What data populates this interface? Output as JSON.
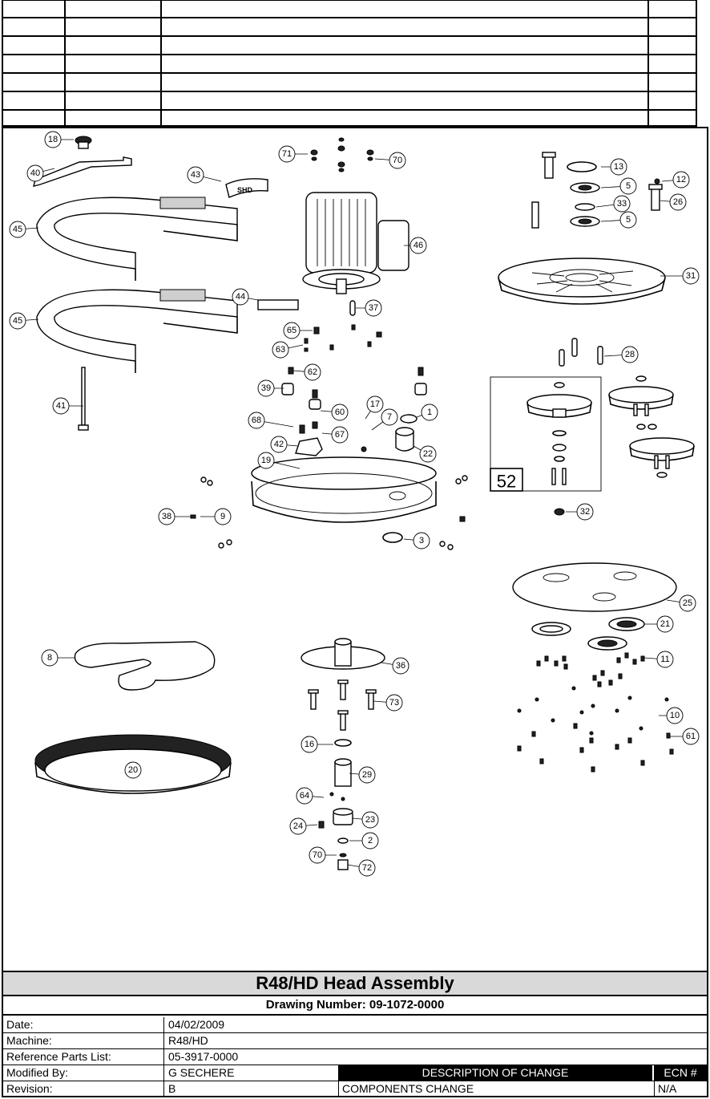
{
  "title_block": {
    "title": "R48/HD Head Assembly",
    "drawing_number": "Drawing Number: 09-1072-0000",
    "date_label": "Date:",
    "date_value": "04/02/2009",
    "machine_label": "Machine:",
    "machine_value": "R48/HD",
    "ref_label": "Reference Parts List:",
    "ref_value": "05-3917-0000",
    "modified_label": "Modified By:",
    "modified_value": "G SECHERE",
    "desc_header": "DESCRIPTION OF CHANGE",
    "ecn_header": "ECN #",
    "revision_label": "Revision:",
    "revision_value": "B",
    "change_desc": "COMPONENTS CHANGE",
    "ecn_value": "N/A"
  },
  "inset_label": "52",
  "callouts": [
    "18",
    "40",
    "43",
    "45",
    "45",
    "71",
    "70",
    "46",
    "44",
    "37",
    "65",
    "63",
    "62",
    "39",
    "60",
    "68",
    "67",
    "42",
    "17",
    "7",
    "1",
    "22",
    "19",
    "41",
    "38",
    "9",
    "3",
    "13",
    "5",
    "12",
    "33",
    "26",
    "5",
    "31",
    "28",
    "32",
    "25",
    "21",
    "11",
    "10",
    "61",
    "8",
    "36",
    "73",
    "16",
    "20",
    "29",
    "64",
    "23",
    "24",
    "2",
    "70",
    "72"
  ],
  "colors": {
    "line": "#000000",
    "title_fill": "#d9d9d9",
    "header_fill": "#000000"
  }
}
